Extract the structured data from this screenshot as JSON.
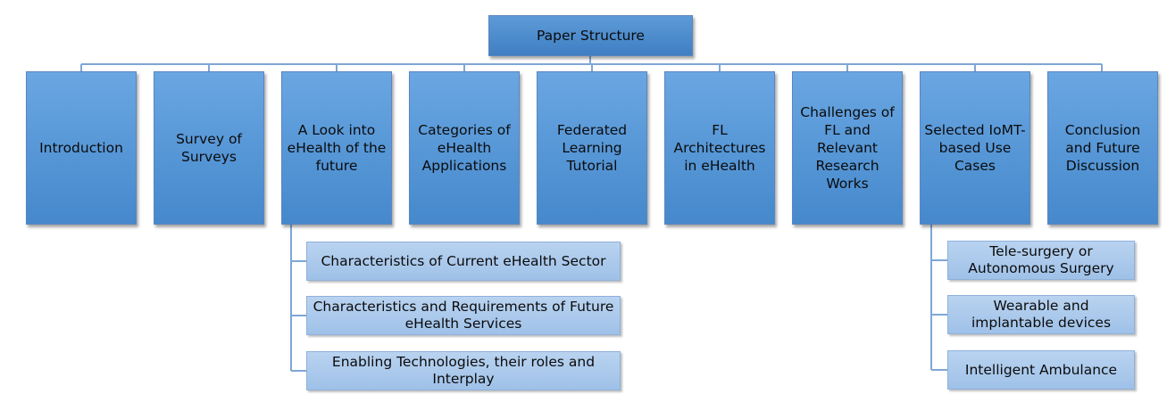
{
  "root": "Paper Structure",
  "sections": [
    "Introduction",
    "Survey of Surveys",
    "A Look into eHealth of the future",
    "Categories of eHealth Applications",
    "Federated Learning Tutorial",
    "FL Architectures in eHealth",
    "Challenges of FL and Relevant Research Works",
    "Selected IoMT-based Use Cases",
    "Conclusion and Future Discussion"
  ],
  "future_subsections": [
    "Characteristics of Current eHealth Sector",
    "Characteristics and Requirements of Future eHealth Services",
    "Enabling Technologies, their roles and Interplay"
  ],
  "usecase_subsections": [
    "Tele-surgery or Autonomous Surgery",
    "Wearable and implantable devices",
    "Intelligent Ambulance"
  ],
  "colors": {
    "node": "#4a8bd0",
    "subnode": "#a8c7ec",
    "connector": "#7fa6d6"
  }
}
